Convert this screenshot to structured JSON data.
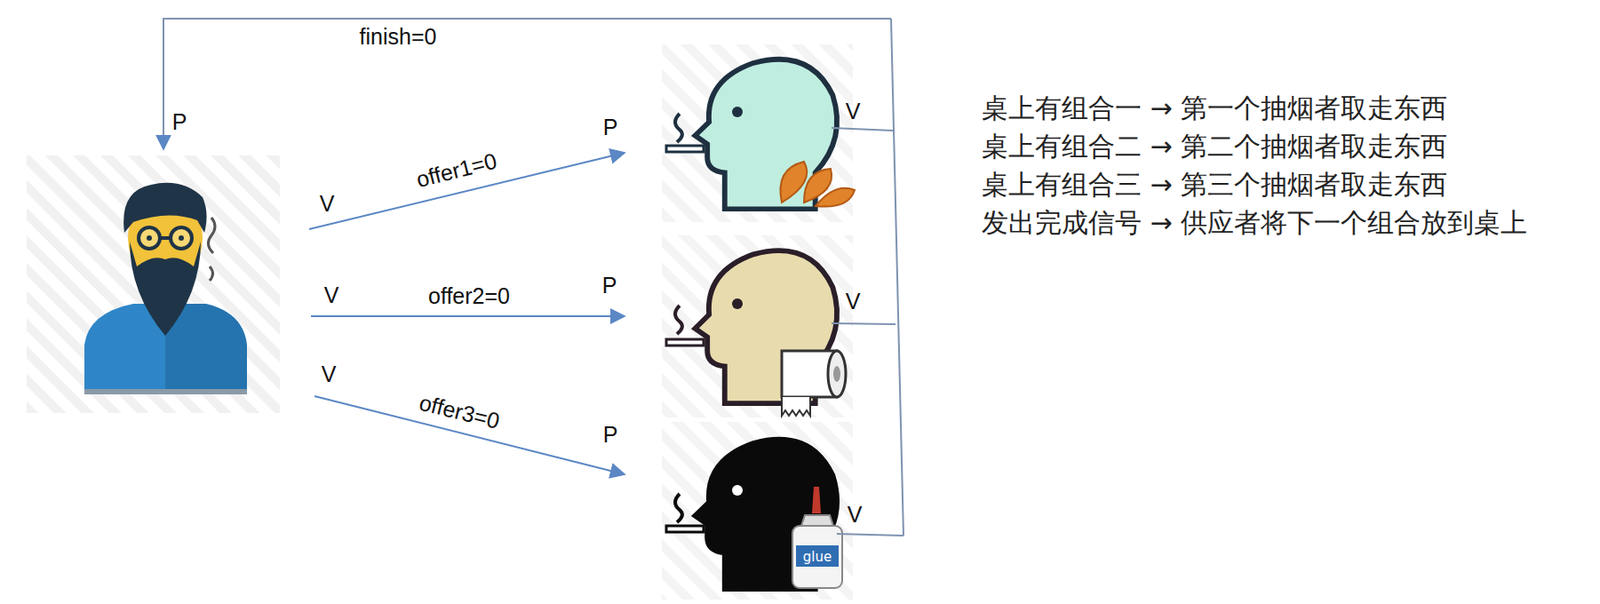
{
  "diagram": {
    "labels": [
      "finish=0",
      "P",
      "P",
      "V",
      "offer1=0",
      "V",
      "V",
      "offer2=0",
      "P",
      "V",
      "V",
      "offer3=0",
      "P",
      "V",
      "桌上有组合一 → 第一个抽烟者取走东西",
      "桌上有组合二 → 第二个抽烟者取走东西",
      "桌上有组合三 → 第三个抽烟者取走东西",
      "发出完成信号 → 供应者将下一个组合放到桌上"
    ]
  }
}
